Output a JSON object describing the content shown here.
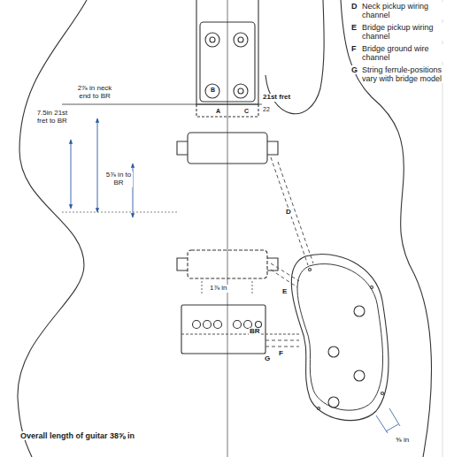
{
  "diagram": {
    "labels": [
      "D",
      "Neck pickup wiring channel",
      "E",
      "Bridge pickup wiring channel",
      "F",
      "Bridge ground wire channel",
      "G",
      "String ferrule-positions vary with bridge model",
      "B",
      "21st fret",
      "22",
      "A",
      "C",
      "7.5in 21st fret to BR",
      "2⅞ in neck end to BR",
      "5⅞ in to BR",
      "D",
      "1⅞ in",
      "E",
      "BR",
      "F",
      "G",
      "⅝ in",
      "Overall length of guitar 38⅝ in"
    ]
  }
}
